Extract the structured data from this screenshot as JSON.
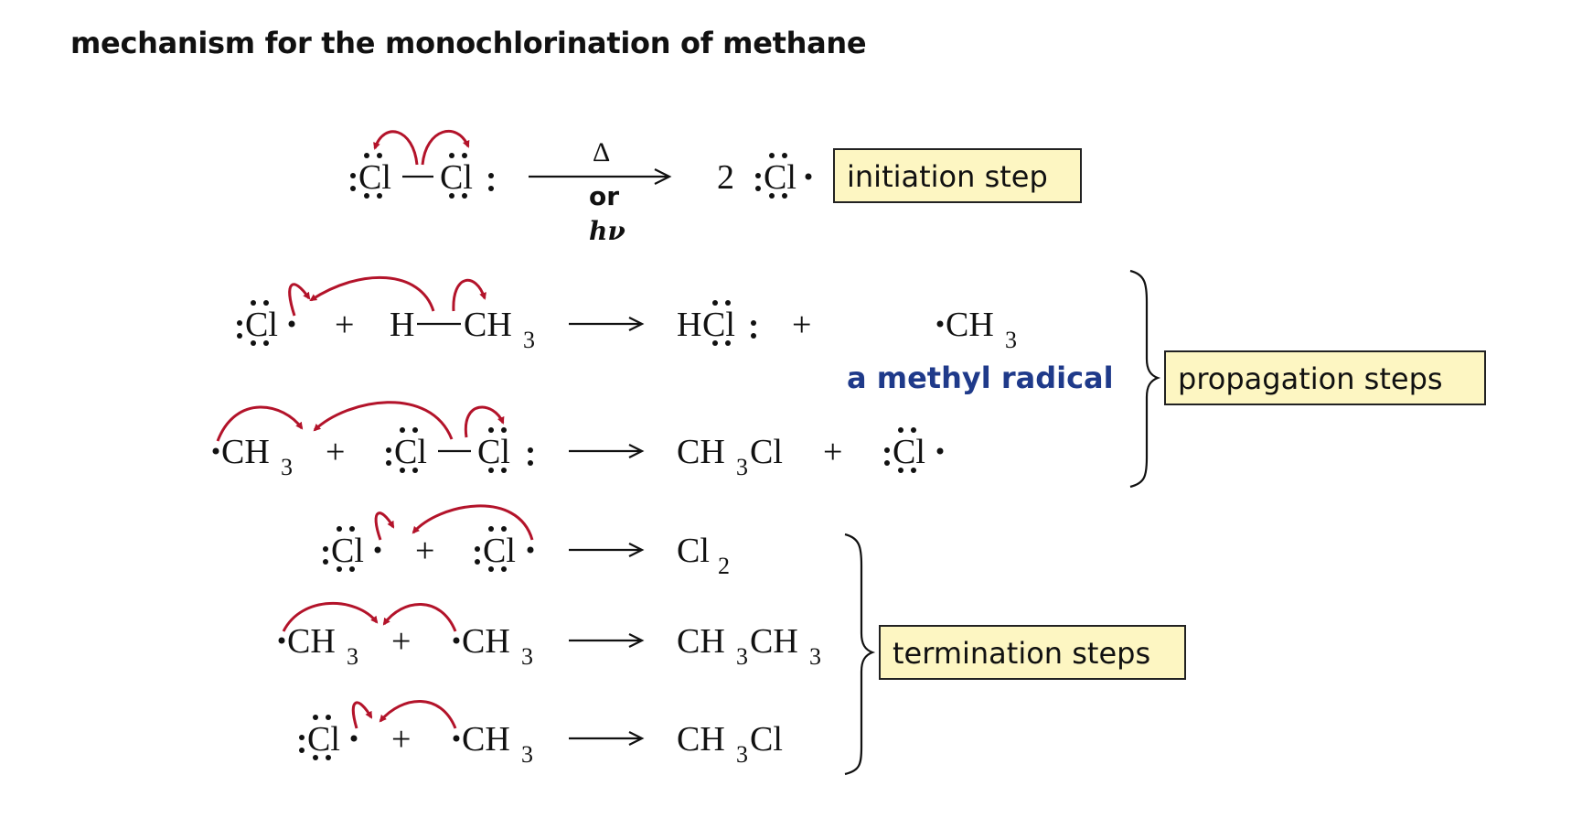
{
  "title": "mechanism for the monochlorination of methane",
  "labels": {
    "initiation": "initiation step",
    "propagation": "propagation steps",
    "termination": "termination steps",
    "methyl_radical": "a methyl radical"
  },
  "conditions": {
    "delta": "Δ",
    "or": "or",
    "hv": "hν"
  },
  "species": {
    "cl": "Cl",
    "h": "H",
    "ch": "CH",
    "c": "C",
    "hcl_h": "H",
    "coef2": "2",
    "plus": "+",
    "sub3": "3",
    "sub2": "2",
    "ch3cl_tail": "Cl",
    "ch3ch3_tail": "CH"
  },
  "colors": {
    "electron_arrow": "#b3132a",
    "label_box_fill": "#fdf6c2",
    "note_text": "#1f3a8a"
  }
}
